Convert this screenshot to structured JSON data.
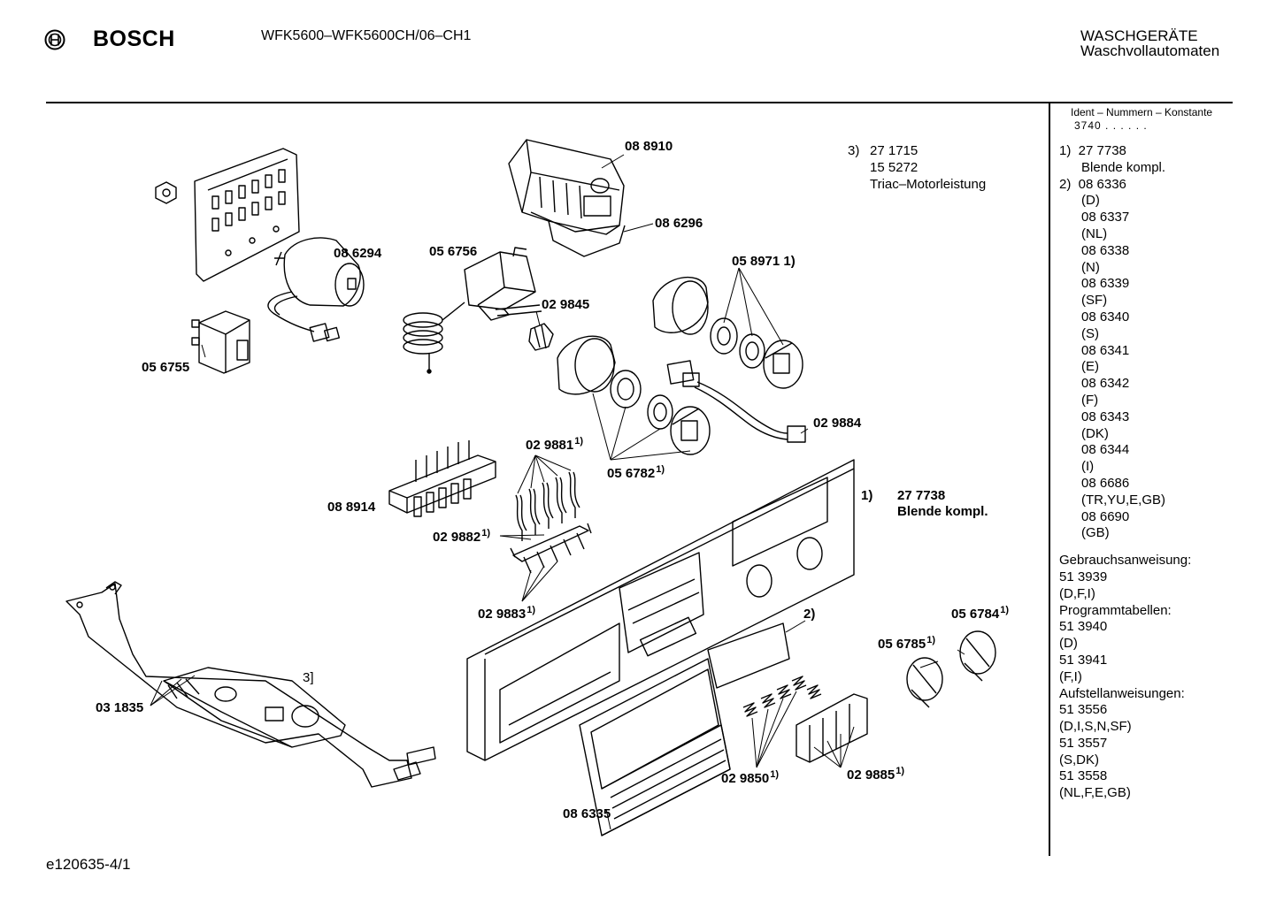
{
  "header": {
    "brand": "BOSCH",
    "model": "WFK5600–WFK5600CH/06–CH1",
    "category_line1": "WASCHGERÄTE",
    "category_line2": "Waschvollautomaten",
    "footer_code": "e120635-4/1"
  },
  "note3": {
    "marker": "3)",
    "line1": "27 1715",
    "line2": "15 5272",
    "line3": "Triac–Motorleistung"
  },
  "sidebar": {
    "ident_title": "Ident – Nummern – Konstante",
    "ident_value": "3740 . . . . . .",
    "lines": [
      "1)  27 7738",
      "      Blende kompl.",
      "2)  08 6336",
      "      (D)",
      "      08 6337",
      "      (NL)",
      "      08 6338",
      "      (N)",
      "      08 6339",
      "      (SF)",
      "      08 6340",
      "      (S)",
      "      08 6341",
      "      (E)",
      "      08 6342",
      "      (F)",
      "      08 6343",
      "      (DK)",
      "      08 6344",
      "      (I)",
      "      08 6686",
      "      (TR,YU,E,GB)",
      "      08 6690",
      "      (GB)",
      "",
      "Gebrauchsanweisung:",
      "51 3939",
      "(D,F,I)",
      "Programmtabellen:",
      "51 3940",
      "(D)",
      "51 3941",
      "(F,I)",
      "Aufstellanweisungen:",
      "51 3556",
      "(D,I,S,N,SF)",
      "51 3557",
      "(S,DK)",
      "51 3558",
      "(NL,F,E,GB)"
    ]
  },
  "parts": {
    "p088910": "08 8910",
    "p086296": "08 6296",
    "p086294": "08 6294",
    "p056756": "05 6756",
    "p056755": "05 6755",
    "p029845": "02 9845",
    "p058971": "05 8971 1)",
    "p029884": "02 9884",
    "p029881": "02 9881",
    "p056782": "05 6782",
    "p088914": "08 8914",
    "p029882": "02 9882",
    "p029883": "02 9883",
    "p277738_marker": "1)",
    "p277738_num": "27 7738",
    "p277738_name": "Blende kompl.",
    "p2_marker": "2)",
    "p056784": "05 6784",
    "p056785": "05 6785",
    "p031835": "03 1835",
    "p3_marker": "3]",
    "p029850": "02 9850",
    "p029885": "02 9885",
    "p086335": "08 6335",
    "sup1": "1)"
  }
}
